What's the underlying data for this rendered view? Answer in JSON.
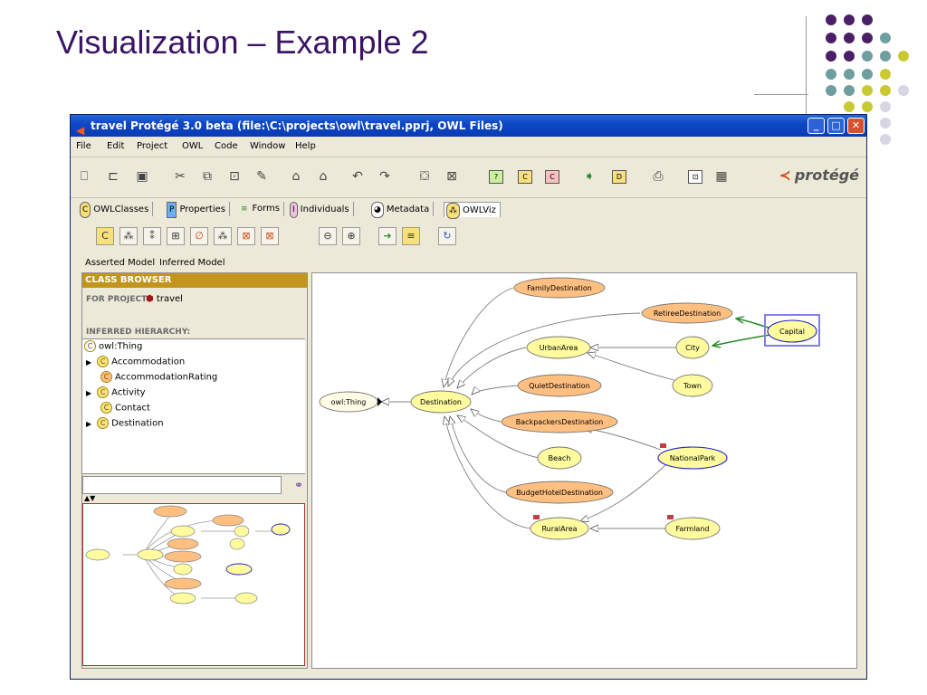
{
  "slide": {
    "title": "Visualization – Example 2"
  },
  "window": {
    "title": "travel  Protégé 3.0 beta    (file:\\C:\\projects\\owl\\travel.pprj, OWL Files)",
    "menu": [
      "File",
      "Edit",
      "Project",
      "OWL",
      "Code",
      "Window",
      "Help"
    ],
    "logo_text": "protégé",
    "tabs": [
      "OWLClasses",
      "Properties",
      "Forms",
      "Individuals",
      "Metadata",
      "OWLViz"
    ],
    "model_tabs": [
      "Asserted Model",
      "Inferred Model"
    ]
  },
  "class_browser": {
    "header": "CLASS BROWSER",
    "for_project_label": "FOR PROJECT:",
    "project_name": "travel",
    "hierarchy_label": "INFERRED HIERARCHY:",
    "tree": [
      "owl:Thing",
      "Accommodation",
      "AccommodationRating",
      "Activity",
      "Contact",
      "Destination"
    ],
    "overview_arrows": "▲▼"
  },
  "graph": {
    "nodes": {
      "owl_thing": "owl:Thing",
      "destination": "Destination",
      "family": "FamilyDestination",
      "retiree": "RetireeDestination",
      "capital": "Capital",
      "urban": "UrbanArea",
      "city": "City",
      "quiet": "QuietDestination",
      "town": "Town",
      "backpackers": "BackpackersDestination",
      "beach": "Beach",
      "national_park": "NationalPark",
      "budget": "BudgetHotelDestination",
      "rural": "RuralArea",
      "farmland": "Farmland"
    }
  },
  "colors": {
    "slide_title": "#3b1364",
    "defined_class": "#ffbf80",
    "primitive_class": "#fffb9e",
    "selected_border": "#8080e0",
    "inferred_edge": "#2a8a2a",
    "header_gold": "#c4951d"
  }
}
